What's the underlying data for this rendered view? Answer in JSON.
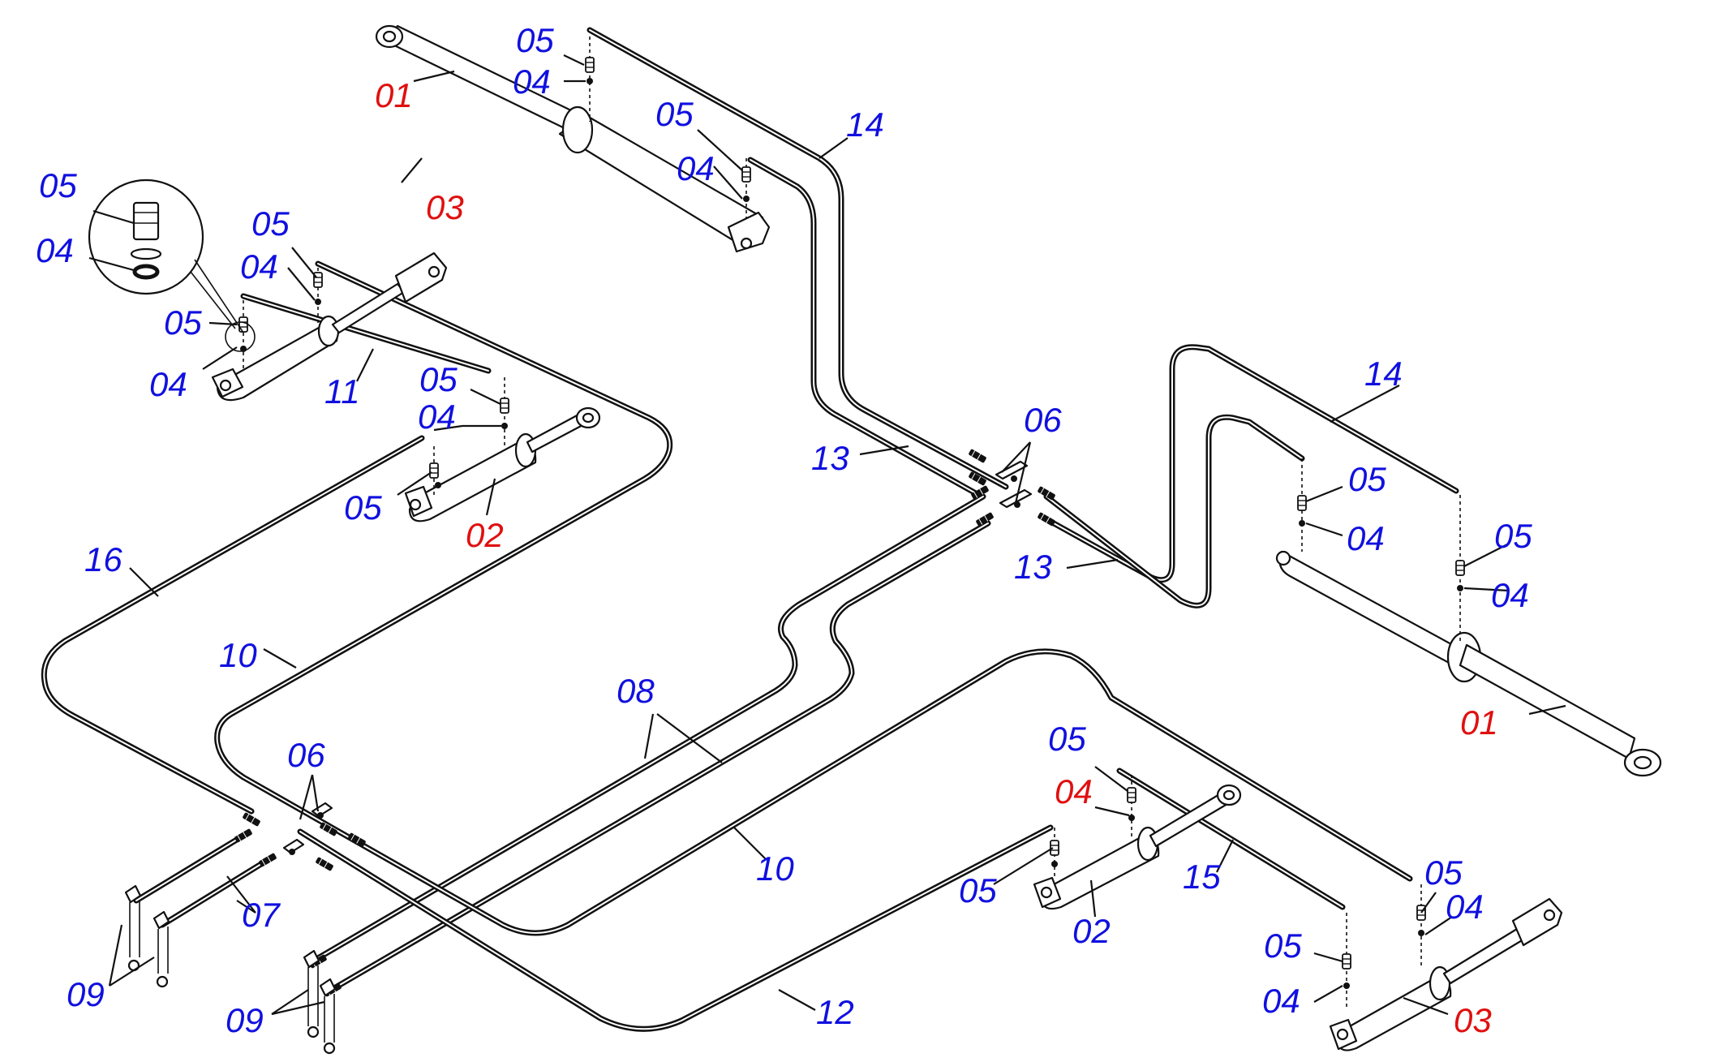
{
  "colors": {
    "label_default": "#1010e0",
    "label_highlight": "#e01010",
    "line": "#111111"
  },
  "labels": [
    {
      "id": "l01a",
      "text": "01",
      "color": "red"
    },
    {
      "id": "l05a",
      "text": "05",
      "color": "blue"
    },
    {
      "id": "l04a",
      "text": "04",
      "color": "blue"
    },
    {
      "id": "l05b",
      "text": "05",
      "color": "blue"
    },
    {
      "id": "l04b",
      "text": "04",
      "color": "blue"
    },
    {
      "id": "l14a",
      "text": "14",
      "color": "blue"
    },
    {
      "id": "l05c",
      "text": "05",
      "color": "blue"
    },
    {
      "id": "l04c",
      "text": "04",
      "color": "blue"
    },
    {
      "id": "l05d",
      "text": "05",
      "color": "blue"
    },
    {
      "id": "l04d",
      "text": "04",
      "color": "blue"
    },
    {
      "id": "l03a",
      "text": "03",
      "color": "red"
    },
    {
      "id": "l05e",
      "text": "05",
      "color": "blue"
    },
    {
      "id": "l04e",
      "text": "04",
      "color": "blue"
    },
    {
      "id": "l11",
      "text": "11",
      "color": "blue"
    },
    {
      "id": "l05f",
      "text": "05",
      "color": "blue"
    },
    {
      "id": "l04f",
      "text": "04",
      "color": "blue"
    },
    {
      "id": "l05g",
      "text": "05",
      "color": "blue"
    },
    {
      "id": "l02a",
      "text": "02",
      "color": "red"
    },
    {
      "id": "l16",
      "text": "16",
      "color": "blue"
    },
    {
      "id": "l10a",
      "text": "10",
      "color": "blue"
    },
    {
      "id": "l06a",
      "text": "06",
      "color": "blue"
    },
    {
      "id": "l13a",
      "text": "13",
      "color": "blue"
    },
    {
      "id": "l13b",
      "text": "13",
      "color": "blue"
    },
    {
      "id": "l14b",
      "text": "14",
      "color": "blue"
    },
    {
      "id": "l05h",
      "text": "05",
      "color": "blue"
    },
    {
      "id": "l04h",
      "text": "04",
      "color": "blue"
    },
    {
      "id": "l05i",
      "text": "05",
      "color": "blue"
    },
    {
      "id": "l04i",
      "text": "04",
      "color": "blue"
    },
    {
      "id": "l01b",
      "text": "01",
      "color": "red"
    },
    {
      "id": "l08",
      "text": "08",
      "color": "blue"
    },
    {
      "id": "l06b",
      "text": "06",
      "color": "blue"
    },
    {
      "id": "l07",
      "text": "07",
      "color": "blue"
    },
    {
      "id": "l09a",
      "text": "09",
      "color": "blue"
    },
    {
      "id": "l09b",
      "text": "09",
      "color": "blue"
    },
    {
      "id": "l10b",
      "text": "10",
      "color": "blue"
    },
    {
      "id": "l12",
      "text": "12",
      "color": "blue"
    },
    {
      "id": "l05j",
      "text": "05",
      "color": "blue"
    },
    {
      "id": "l04j",
      "text": "04",
      "color": "red"
    },
    {
      "id": "l05k",
      "text": "05",
      "color": "blue"
    },
    {
      "id": "l02b",
      "text": "02",
      "color": "blue"
    },
    {
      "id": "l15",
      "text": "15",
      "color": "blue"
    },
    {
      "id": "l05l",
      "text": "05",
      "color": "blue"
    },
    {
      "id": "l04l",
      "text": "04",
      "color": "blue"
    },
    {
      "id": "l05m",
      "text": "05",
      "color": "blue"
    },
    {
      "id": "l04m",
      "text": "04",
      "color": "blue"
    },
    {
      "id": "l03b",
      "text": "03",
      "color": "red"
    }
  ]
}
